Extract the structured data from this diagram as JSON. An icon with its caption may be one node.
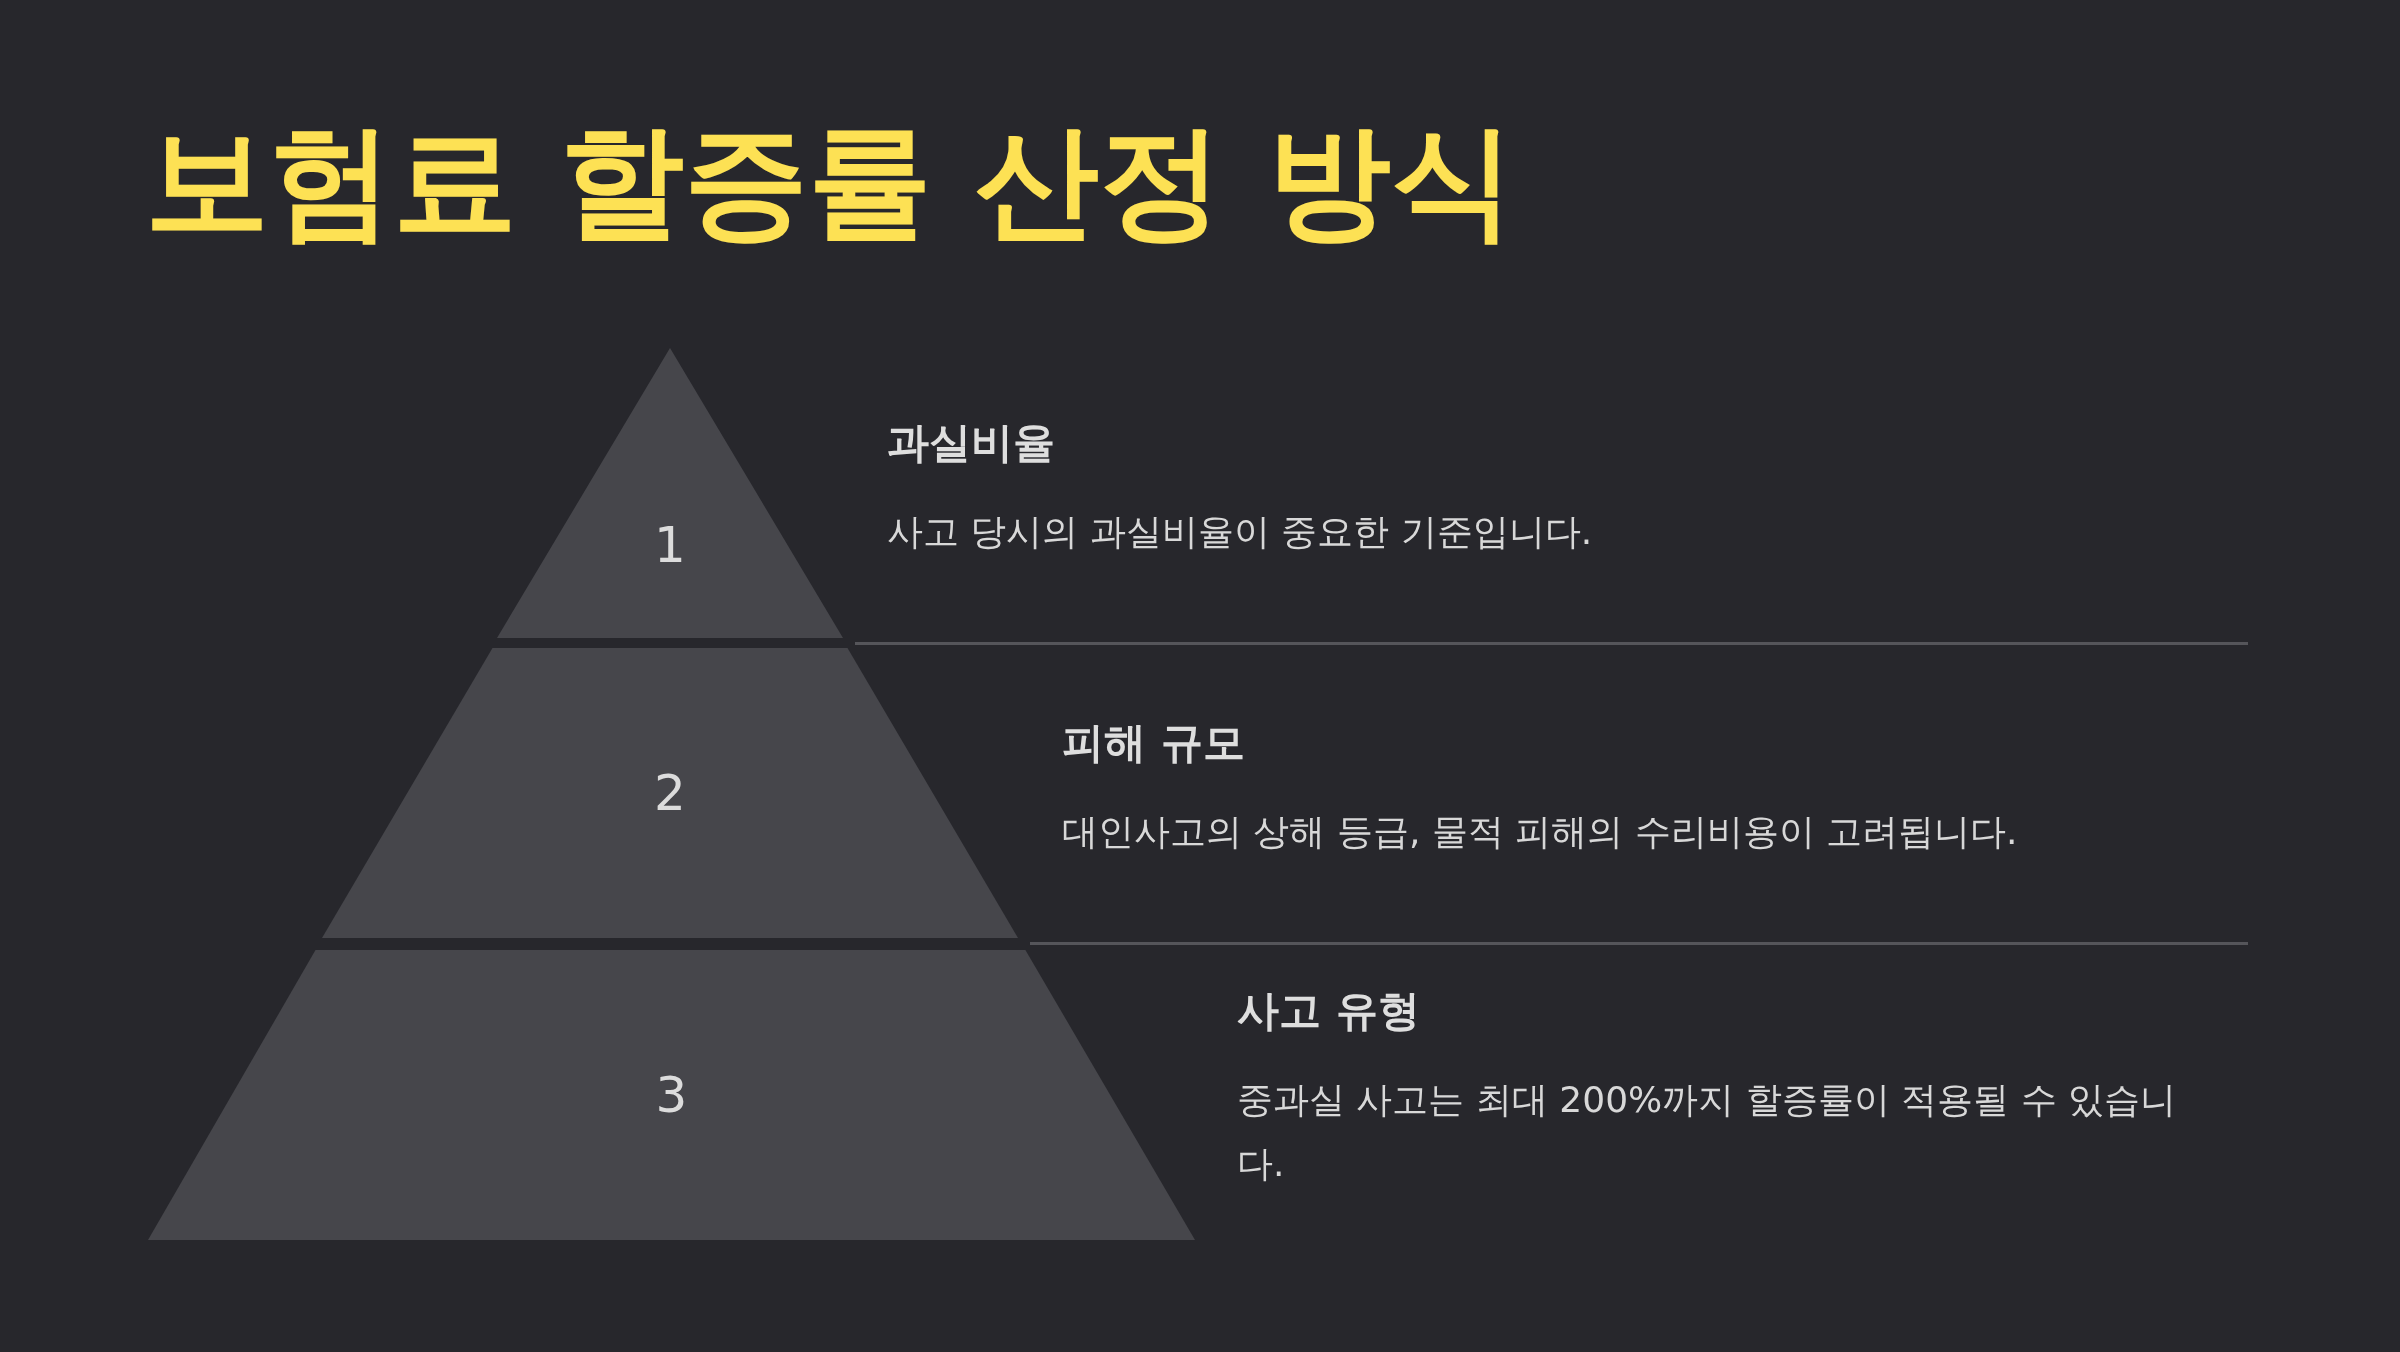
{
  "diagram": {
    "title": "보험료 할증률 산정 방식",
    "nodes": [
      {
        "text": [
          "1"
        ],
        "beside": [
          "과실비율",
          "사고 당시의 과실비율이 중요한 기준입니다."
        ]
      },
      {
        "text": [
          "2"
        ],
        "beside": [
          "피해 규모",
          "대인사고의 상해 등급, 물적 피해의 수리비용이 고려됩니다."
        ]
      },
      {
        "text": [
          "3"
        ],
        "beside": [
          "사고 유형",
          "중과실 사고는 최대 200%까지 할증률이 적용될 수 있습니다."
        ]
      }
    ]
  }
}
